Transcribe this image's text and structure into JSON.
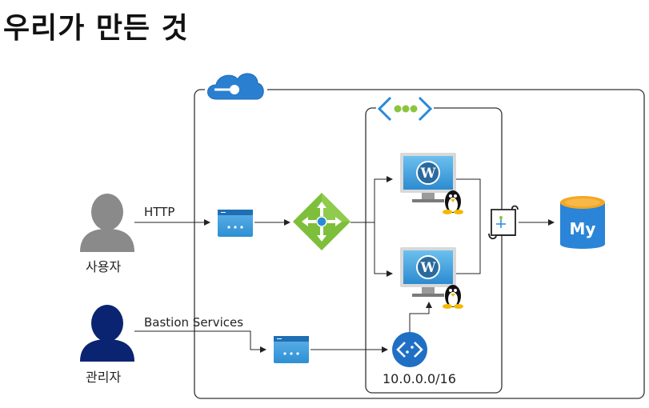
{
  "header": {
    "title": "우리가 만든 것"
  },
  "actors": {
    "user_label": "사용자",
    "admin_label": "관리자"
  },
  "connections": {
    "http_label": "HTTP",
    "bastion_label": "Bastion Services"
  },
  "network": {
    "address_space": "10.0.0.0/16"
  },
  "database": {
    "badge": "My"
  },
  "icons": [
    "azure-cloud-icon",
    "user-icon",
    "admin-icon",
    "public-ip-icon",
    "bastion-public-ip-icon",
    "load-balancer-icon",
    "vnet-icon",
    "wordpress-vm-icon",
    "linux-penguin-icon",
    "bastion-icon",
    "route-table-icon",
    "mysql-database-icon"
  ],
  "colors": {
    "azure_blue": "#1E88D6",
    "user_gray": "#8A8A8A",
    "admin_navy": "#0A2472",
    "lb_green": "#7DBF3A",
    "vnet_green": "#8BC53F",
    "mysql_orange": "#F5A623"
  }
}
